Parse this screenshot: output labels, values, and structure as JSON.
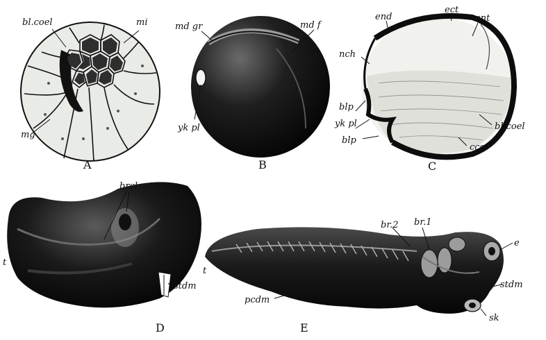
{
  "figures": [
    {
      "letter": "A",
      "labels": [
        "bl.coel",
        "mi",
        "mg"
      ]
    },
    {
      "letter": "B",
      "labels": [
        "md gr",
        "md f",
        "yk pl"
      ]
    },
    {
      "letter": "C",
      "labels": [
        "end",
        "ect",
        "ent",
        "nch",
        "blp",
        "yk pl",
        "blp",
        "bl.coel",
        "ccs"
      ]
    },
    {
      "letter": "D",
      "labels": [
        "brcl",
        "t",
        "stdm"
      ]
    },
    {
      "letter": "E",
      "labels": [
        "br.2",
        "br.1",
        "e",
        "t",
        "stdm",
        "pcdm",
        "sk"
      ]
    }
  ],
  "colors": {
    "ink": "#111111",
    "paper": "#ffffff",
    "yolk": "#e9ebe6"
  }
}
